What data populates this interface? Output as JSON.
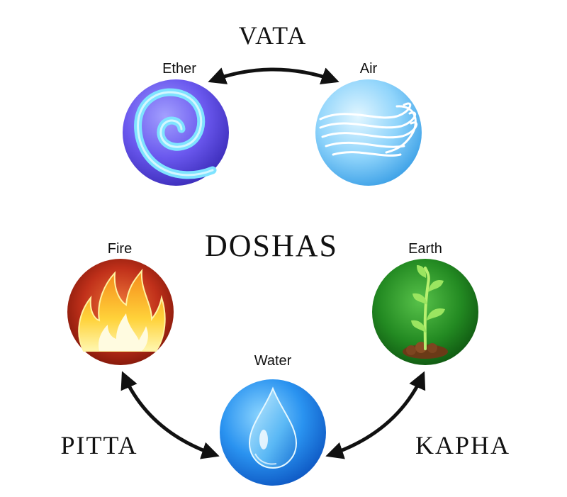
{
  "title": "DOSHAS",
  "doshas": {
    "vata": "VATA",
    "pitta": "PITTA",
    "kapha": "KAPHA"
  },
  "elements": {
    "ether": {
      "label": "Ether",
      "icon": "spiral-icon",
      "color": "#6a5cf0"
    },
    "air": {
      "label": "Air",
      "icon": "wind-icon",
      "color": "#5bb8f0"
    },
    "fire": {
      "label": "Fire",
      "icon": "flame-icon",
      "color": "#c0301a"
    },
    "water": {
      "label": "Water",
      "icon": "water-drop-icon",
      "color": "#1c86e8"
    },
    "earth": {
      "label": "Earth",
      "icon": "sprout-icon",
      "color": "#2e9a2a"
    }
  }
}
